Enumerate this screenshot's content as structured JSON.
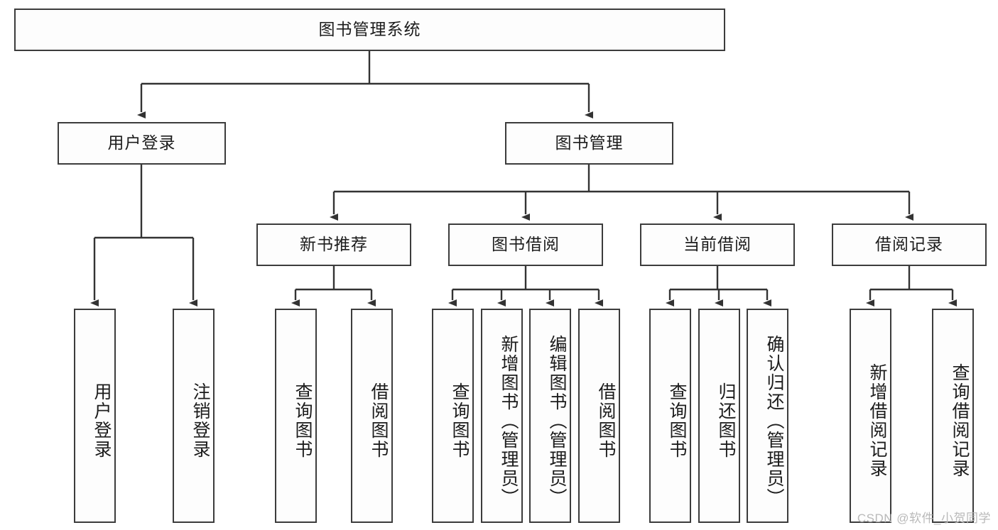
{
  "diagram": {
    "title": "图书管理系统",
    "type": "tree",
    "watermark": "CSDN @软件_小贺同学",
    "colors": {
      "border": "#3c3c3c",
      "background": "#ffffff",
      "node_fill": "#fdfdfd",
      "text": "#1c1c1c",
      "connector": "#333333",
      "watermark": "#b9b9b9"
    },
    "root": {
      "label": "图书管理系统",
      "orientation": "horizontal"
    },
    "level1": [
      {
        "label": "用户登录",
        "orientation": "horizontal"
      },
      {
        "label": "图书管理",
        "orientation": "horizontal"
      }
    ],
    "level2": [
      {
        "label": "新书推荐",
        "orientation": "horizontal"
      },
      {
        "label": "图书借阅",
        "orientation": "horizontal"
      },
      {
        "label": "当前借阅",
        "orientation": "horizontal"
      },
      {
        "label": "借阅记录",
        "orientation": "horizontal"
      }
    ],
    "leaves": {
      "user_login": [
        {
          "label": "用户登录",
          "orientation": "vertical"
        },
        {
          "label": "注销登录",
          "orientation": "vertical"
        }
      ],
      "new_book_recommend": [
        {
          "label": "查询图书",
          "orientation": "vertical"
        },
        {
          "label": "借阅图书",
          "orientation": "vertical"
        }
      ],
      "book_borrow": [
        {
          "label": "查询图书",
          "orientation": "vertical"
        },
        {
          "label": "新增图书（管理员）",
          "orientation": "vertical"
        },
        {
          "label": "编辑图书（管理员）",
          "orientation": "vertical"
        },
        {
          "label": "借阅图书",
          "orientation": "vertical"
        }
      ],
      "current_borrow": [
        {
          "label": "查询图书",
          "orientation": "vertical"
        },
        {
          "label": "归还图书",
          "orientation": "vertical"
        },
        {
          "label": "确认归还（管理员）",
          "orientation": "vertical"
        }
      ],
      "borrow_record": [
        {
          "label": "新增借阅记录",
          "orientation": "vertical"
        },
        {
          "label": "查询借阅记录",
          "orientation": "vertical"
        }
      ]
    }
  }
}
